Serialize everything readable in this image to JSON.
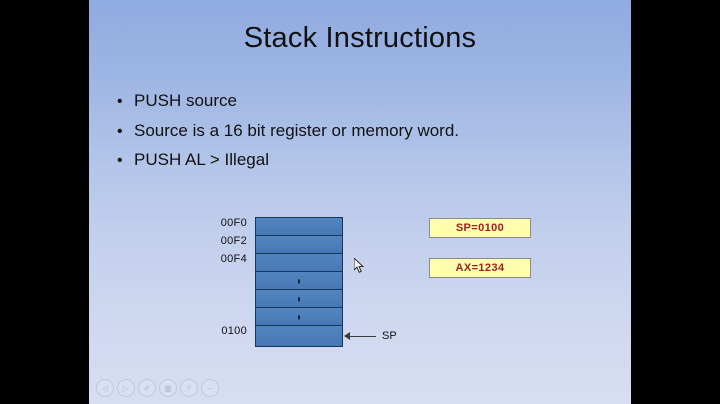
{
  "slide": {
    "title": "Stack Instructions",
    "bullet_marker": "•",
    "bullets": [
      {
        "text": "PUSH source"
      },
      {
        "text": "Source is a 16 bit register or memory word."
      },
      {
        "text": "PUSH AL > Illegal"
      }
    ]
  },
  "diagram": {
    "rows": [
      {
        "address": "00F0",
        "dot": ""
      },
      {
        "address": "00F2",
        "dot": ""
      },
      {
        "address": "00F4",
        "dot": ""
      },
      {
        "address": "",
        "dot": "."
      },
      {
        "address": "",
        "dot": "."
      },
      {
        "address": "",
        "dot": "."
      },
      {
        "address": "0100",
        "dot": ""
      }
    ],
    "pointer_label": "SP",
    "cell_color": "#4a7ebb",
    "cell_border_color": "#17365d"
  },
  "registers": [
    {
      "name": "sp-register-box",
      "text": "SP=0100"
    },
    {
      "name": "ax-register-box",
      "text": "AX=1234"
    }
  ],
  "register_style": {
    "background": "#ffffae",
    "text_color": "#a02020",
    "border_color": "#8c8c8c"
  },
  "toolbar": {
    "buttons": [
      {
        "icon": "previous-slide-icon",
        "glyph": "◁"
      },
      {
        "icon": "next-slide-icon",
        "glyph": "▷"
      },
      {
        "icon": "pen-icon",
        "glyph": "✐"
      },
      {
        "icon": "slide-menu-icon",
        "glyph": "▦"
      },
      {
        "icon": "zoom-icon",
        "glyph": "⌾"
      },
      {
        "icon": "more-options-icon",
        "glyph": "─"
      }
    ]
  },
  "background": {
    "gradient_top": "#90abe0",
    "gradient_bottom": "#d7def2",
    "letterbox_color": "#000000"
  }
}
